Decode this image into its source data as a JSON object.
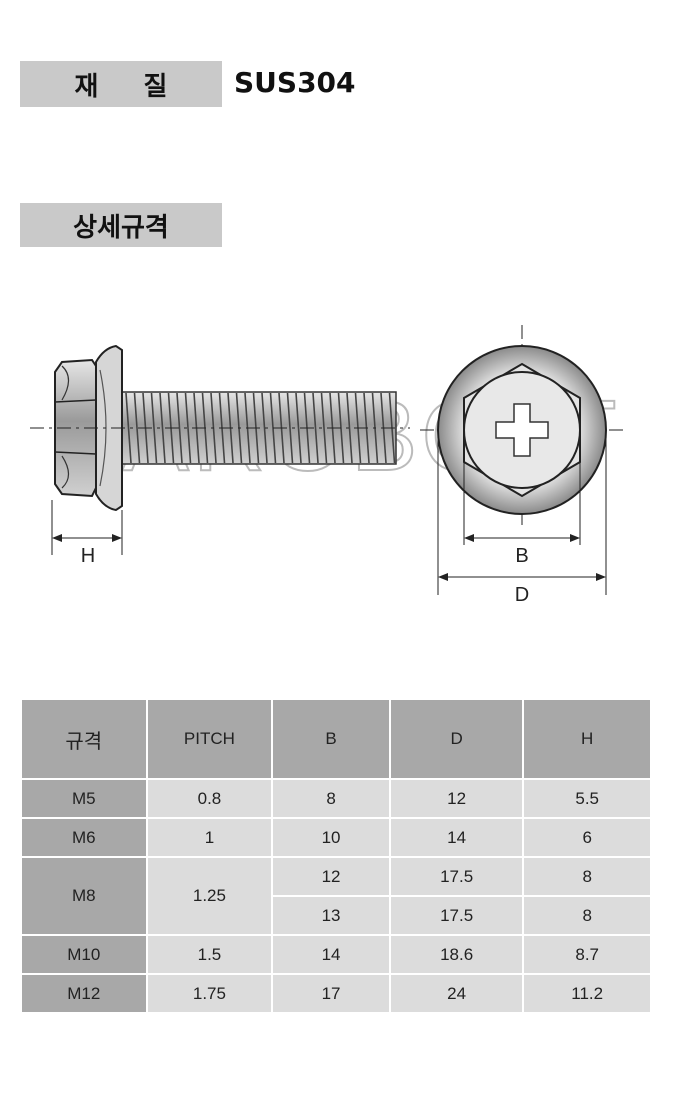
{
  "material": {
    "label": "재 질",
    "value": "SUS304"
  },
  "spec": {
    "label": "상세규격"
  },
  "watermark": "BAROBOLT",
  "dimensions": {
    "h": "H",
    "b": "B",
    "d": "D"
  },
  "table": {
    "headers": [
      "규격",
      "PITCH",
      "B",
      "D",
      "H"
    ],
    "rows": [
      {
        "size": "M5",
        "pitch": "0.8",
        "b": "8",
        "d": "12",
        "h": "5.5"
      },
      {
        "size": "M6",
        "pitch": "1",
        "b": "10",
        "d": "14",
        "h": "6"
      },
      {
        "size": "M8",
        "pitch": "1.25",
        "b": "12",
        "d": "17.5",
        "h": "8"
      },
      {
        "b": "13",
        "d": "17.5",
        "h": "8"
      },
      {
        "size": "M10",
        "pitch": "1.5",
        "b": "14",
        "d": "18.6",
        "h": "8.7"
      },
      {
        "size": "M12",
        "pitch": "1.75",
        "b": "17",
        "d": "24",
        "h": "11.2"
      }
    ]
  },
  "colors": {
    "header_bg": "#a8a8a8",
    "cell_bg": "#dcdcdc",
    "label_bg": "#c9c9c9"
  }
}
